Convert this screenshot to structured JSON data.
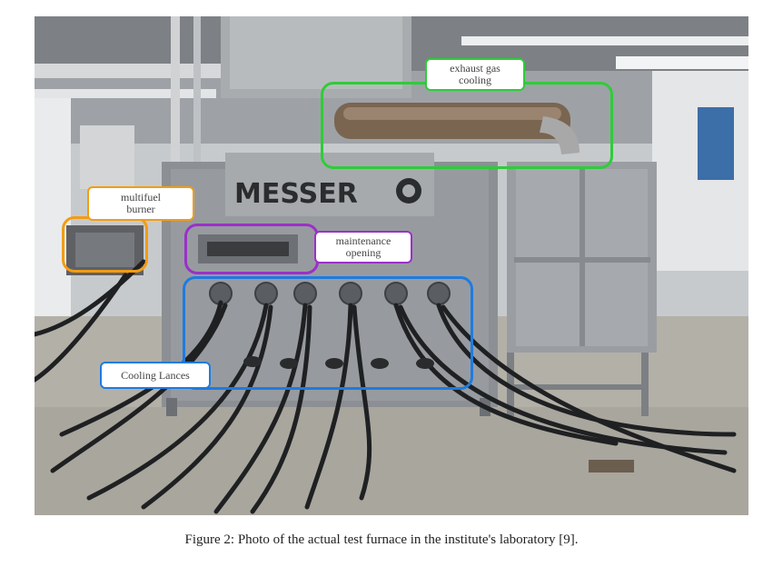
{
  "figure": {
    "caption": "Figure 2: Photo of the actual test furnace in the institute's laboratory [9].",
    "brand_sign": "MESSER",
    "annotations": [
      {
        "id": "exhaust",
        "text": "exhaust gas\ncooling",
        "color": "#2ecc3a"
      },
      {
        "id": "burner",
        "text": "multifuel\nburner",
        "color": "#f39c12"
      },
      {
        "id": "maintenance",
        "text": "maintenance\nopening",
        "color": "#9b30c9"
      },
      {
        "id": "lances",
        "text": "Cooling Lances",
        "color": "#1e7be0"
      }
    ]
  }
}
